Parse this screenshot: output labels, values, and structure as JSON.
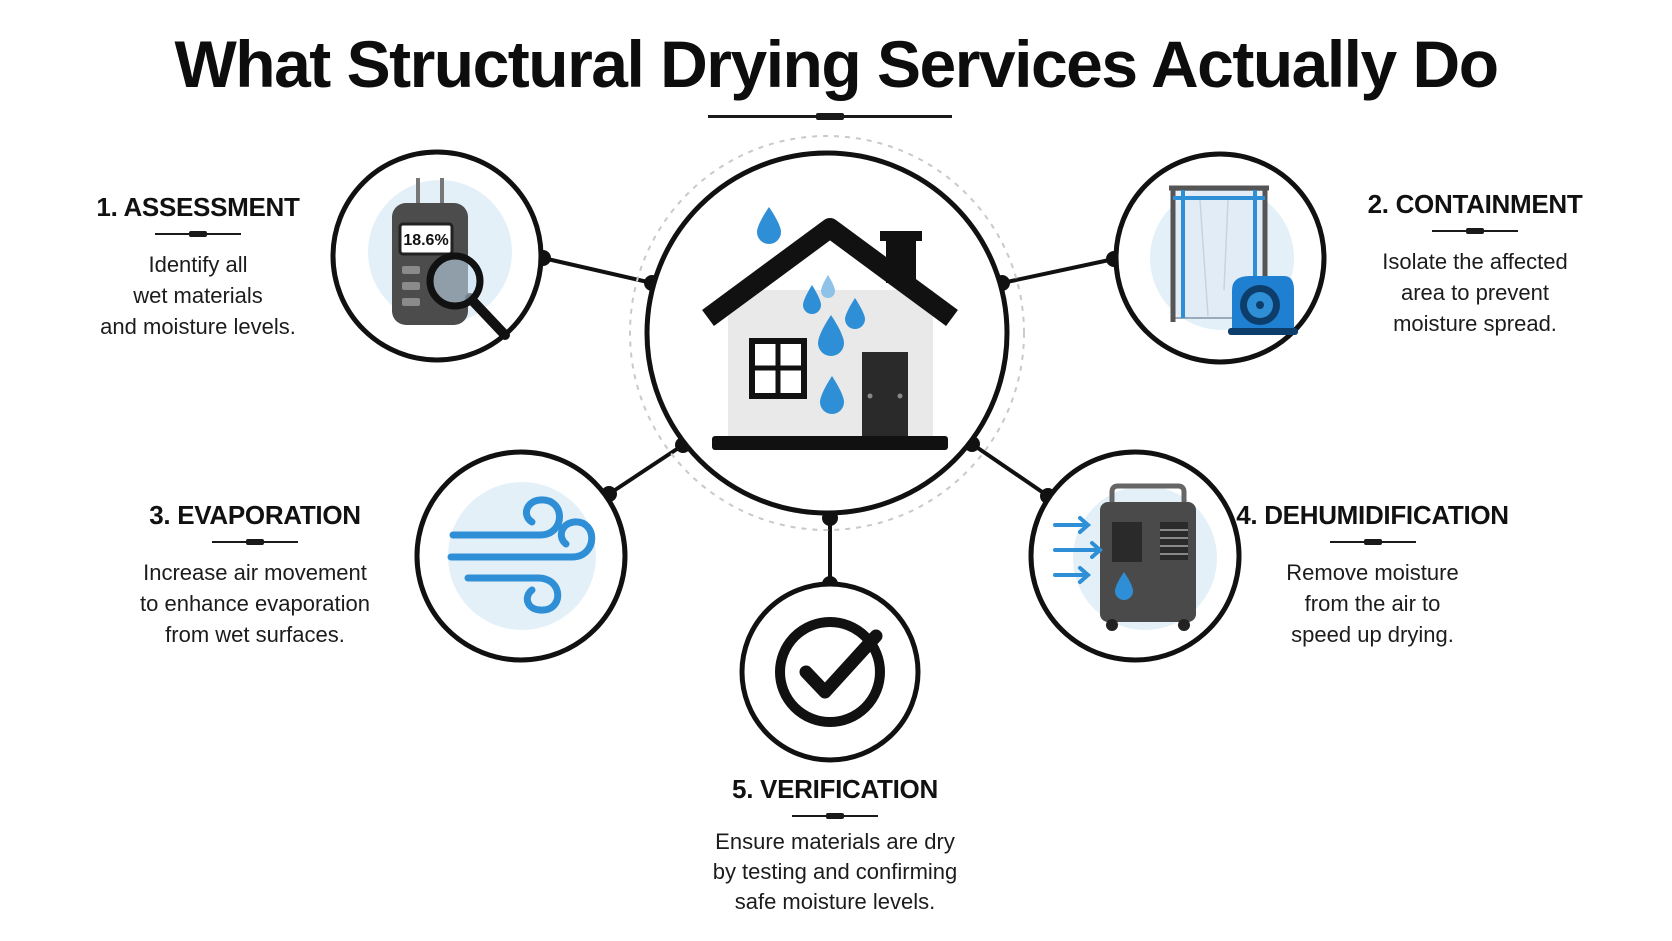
{
  "title": "What Structural Drying Services Actually Do",
  "colors": {
    "accent_blue": "#2f8fd6",
    "light_blue": "#e4f0f8",
    "dark": "#111111",
    "gray": "#5a5a5a"
  },
  "center": {
    "icon": "wet-house-icon"
  },
  "steps": [
    {
      "title": "1. ASSESSMENT",
      "description": "Identify all\nwet materials\nand moisture levels.",
      "icon": "moisture-meter-icon",
      "meter_reading": "18.6%"
    },
    {
      "title": "2. CONTAINMENT",
      "description": "Isolate the affected\narea to prevent\nmoisture spread.",
      "icon": "containment-barrier-icon"
    },
    {
      "title": "3. EVAPORATION",
      "description": "Increase air movement\nto enhance evaporation\nfrom wet surfaces.",
      "icon": "air-movement-icon"
    },
    {
      "title": "4. DEHUMIDIFICATION",
      "description": "Remove moisture\nfrom the air to\nspeed up drying.",
      "icon": "dehumidifier-icon"
    },
    {
      "title": "5. VERIFICATION",
      "description": "Ensure materials are dry\nby testing and confirming\nsafe moisture levels.",
      "icon": "checkmark-icon"
    }
  ]
}
